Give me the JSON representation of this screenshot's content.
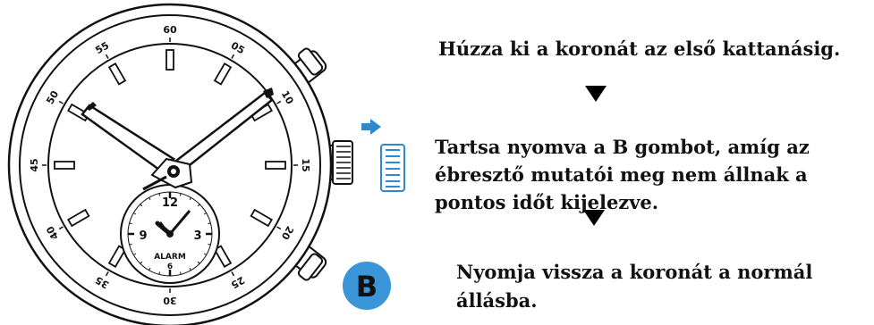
{
  "steps": {
    "step1": "Húzza ki a koronát az első kattanásig.",
    "step2_line1": "Tartsa nyomva a B gombot, amíg az",
    "step2_line2": "ébresztő mutatói meg nem állnak a",
    "step2_line3": "pontos időt kijelezve.",
    "step3_line1": "Nyomja vissza a koronát a normál",
    "step3_line2": "állásba."
  },
  "watch": {
    "minute_numbers": [
      "60",
      "05",
      "10",
      "15",
      "20",
      "25",
      "30",
      "35",
      "40",
      "45",
      "50",
      "55"
    ],
    "subdial_numbers": [
      "12",
      "3",
      "6",
      "9"
    ],
    "subdial_label": "ALARM",
    "button_label": "B"
  },
  "colors": {
    "text": "#111111",
    "accent_blue": "#2d8ad0",
    "button_circle": "#3a96d8",
    "crown_outline": "#2d8ad0"
  },
  "icons": {
    "pull_arrow": "arrow-right-icon",
    "step_separator": "triangle-down-icon"
  }
}
